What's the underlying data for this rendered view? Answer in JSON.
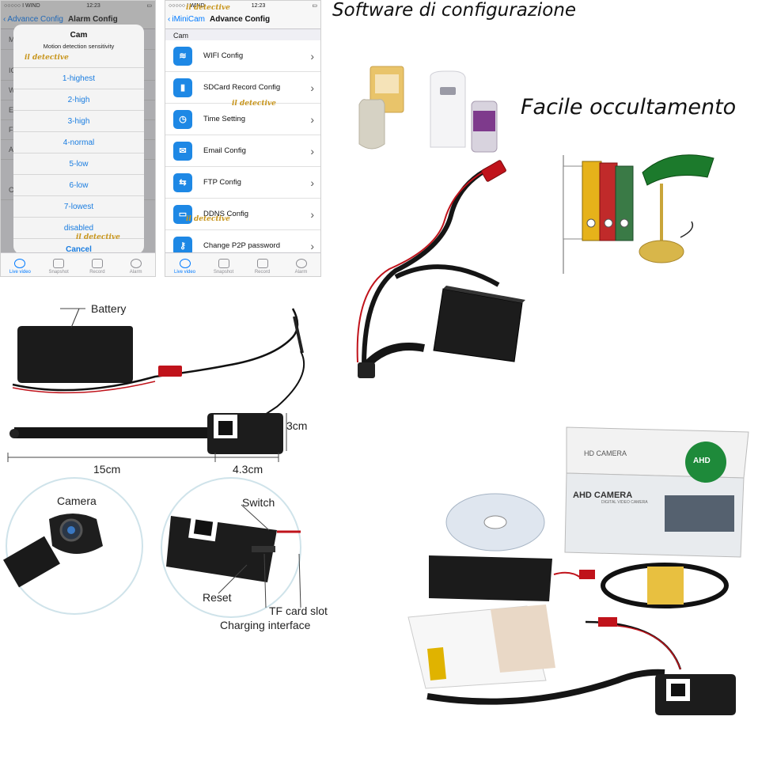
{
  "headlines": {
    "software": "Software di configurazione",
    "hiding": "Facile occultamento"
  },
  "watermark": "il detective",
  "phone1": {
    "status": {
      "carrier": "○○○○○ I WIND",
      "time": "12:23"
    },
    "nav": {
      "back_label": "Advance Config",
      "title": "Alarm Config"
    },
    "bg_rows": [
      "M",
      "IC",
      "W",
      "E",
      "F",
      "A",
      "C"
    ],
    "dialog": {
      "title": "Cam",
      "message": "Motion detection sensitivity",
      "options": [
        "1-highest",
        "2-high",
        "3-high",
        "4-normal",
        "5-low",
        "6-low",
        "7-lowest",
        "disabled"
      ],
      "cancel": "Cancel"
    },
    "tabs": [
      "Live video",
      "Snapshot",
      "Record",
      "Alarm"
    ]
  },
  "phone2": {
    "status": {
      "carrier": "○○○○○ I WIND",
      "time": "12:23"
    },
    "nav": {
      "back_label": "iMiniCam",
      "title": "Advance Config"
    },
    "section": "Cam",
    "items": [
      {
        "label": "WIFI Config",
        "icon": "wifi-icon",
        "glyph": "≋"
      },
      {
        "label": "SDCard Record Config",
        "icon": "sdcard-icon",
        "glyph": "▮"
      },
      {
        "label": "Time Setting",
        "icon": "clock-icon",
        "glyph": "◷"
      },
      {
        "label": "Email Config",
        "icon": "envelope-icon",
        "glyph": "✉"
      },
      {
        "label": "FTP Config",
        "icon": "ftp-icon",
        "glyph": "⇆"
      },
      {
        "label": "DDNS Config",
        "icon": "monitor-icon",
        "glyph": "▭"
      },
      {
        "label": "Change P2P password",
        "icon": "key-icon",
        "glyph": "⚷"
      }
    ],
    "tabs": [
      "Live video",
      "Snapshot",
      "Record",
      "Alarm"
    ]
  },
  "diagram": {
    "battery": "Battery",
    "height": "3cm",
    "cable_length": "15cm",
    "module_width": "4.3cm",
    "camera": "Camera",
    "switch": "Switch",
    "reset": "Reset",
    "tf_slot": "TF card slot",
    "charging": "Charging interface"
  },
  "box": {
    "brand": "HD CAMERA",
    "product": "AHD CAMERA",
    "sub": "DIGITAL VIDEO CAMERA",
    "badge": "AHD"
  },
  "colors": {
    "ios_blue": "#007aff",
    "link_blue": "#1a7de0",
    "watermark": "#c8961e",
    "cable_red": "#c0131b",
    "lamp_green": "#1c7a2c"
  }
}
